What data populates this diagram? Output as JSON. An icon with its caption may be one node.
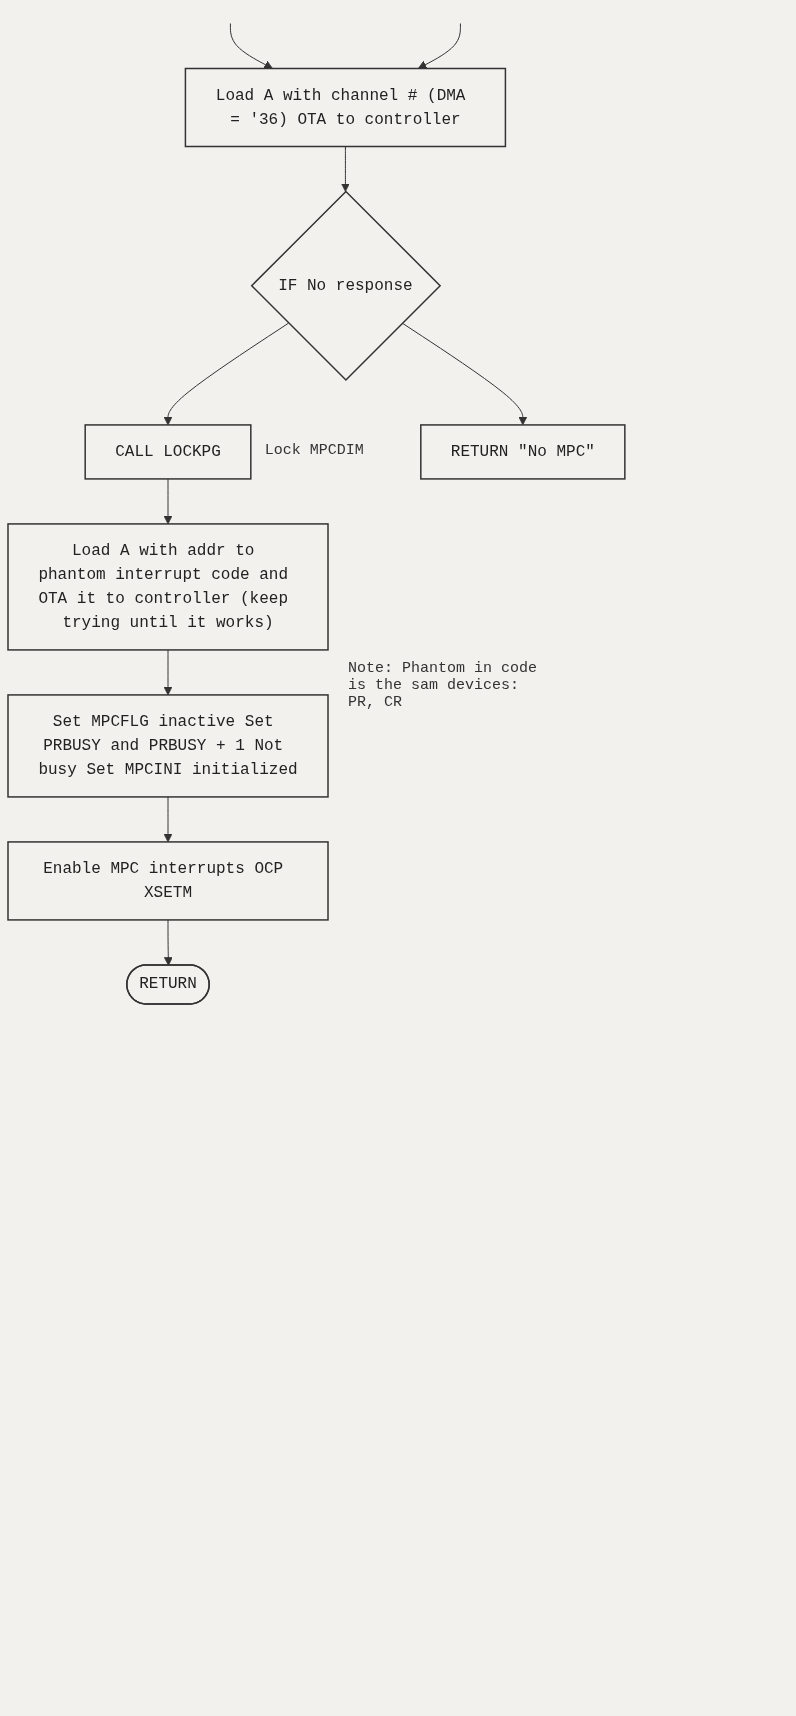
{
  "diagram": {
    "nodes": [
      {
        "text": [
          "Load A with channel # (DMA = '36) OTA to controller"
        ]
      },
      {
        "text": [
          "IF No response"
        ]
      },
      {
        "text": [
          "RETURN \"No MPC\""
        ]
      },
      {
        "text": [
          "CALL LOCKPG"
        ],
        "beside": [
          "Lock MPCDIM"
        ]
      },
      {
        "text": [
          "Load A with addr to phantom interrupt code and OTA it to controller (keep trying until it works)"
        ]
      },
      {
        "text": [
          "Set MPCFLG inactive Set PRBUSY and PRBUSY + 1 Not busy Set MPCINI initialized"
        ]
      },
      {
        "text": [
          "Enable MPC interrupts OCP XSETM"
        ]
      },
      {
        "text": [
          "RETURN"
        ]
      }
    ],
    "edges": [
      {
        "from": null,
        "to": 0,
        "arrow": "to"
      },
      {
        "from": null,
        "to": 0,
        "arrow": "to"
      },
      {
        "from": 0,
        "to": 1,
        "arrow": "to"
      },
      {
        "from": 1,
        "to": 2,
        "arrow": "to"
      },
      {
        "from": 1,
        "to": 3,
        "arrow": "to"
      },
      {
        "from": 3,
        "to": 4,
        "arrow": "to"
      },
      {
        "from": 4,
        "to": 5,
        "arrow": "to"
      },
      {
        "from": 5,
        "to": 6,
        "arrow": "to"
      },
      {
        "from": 6,
        "to": 7,
        "arrow": "to"
      }
    ],
    "labels": [
      "Note: Phantom in code is the sam devices: PR, CR"
    ]
  }
}
